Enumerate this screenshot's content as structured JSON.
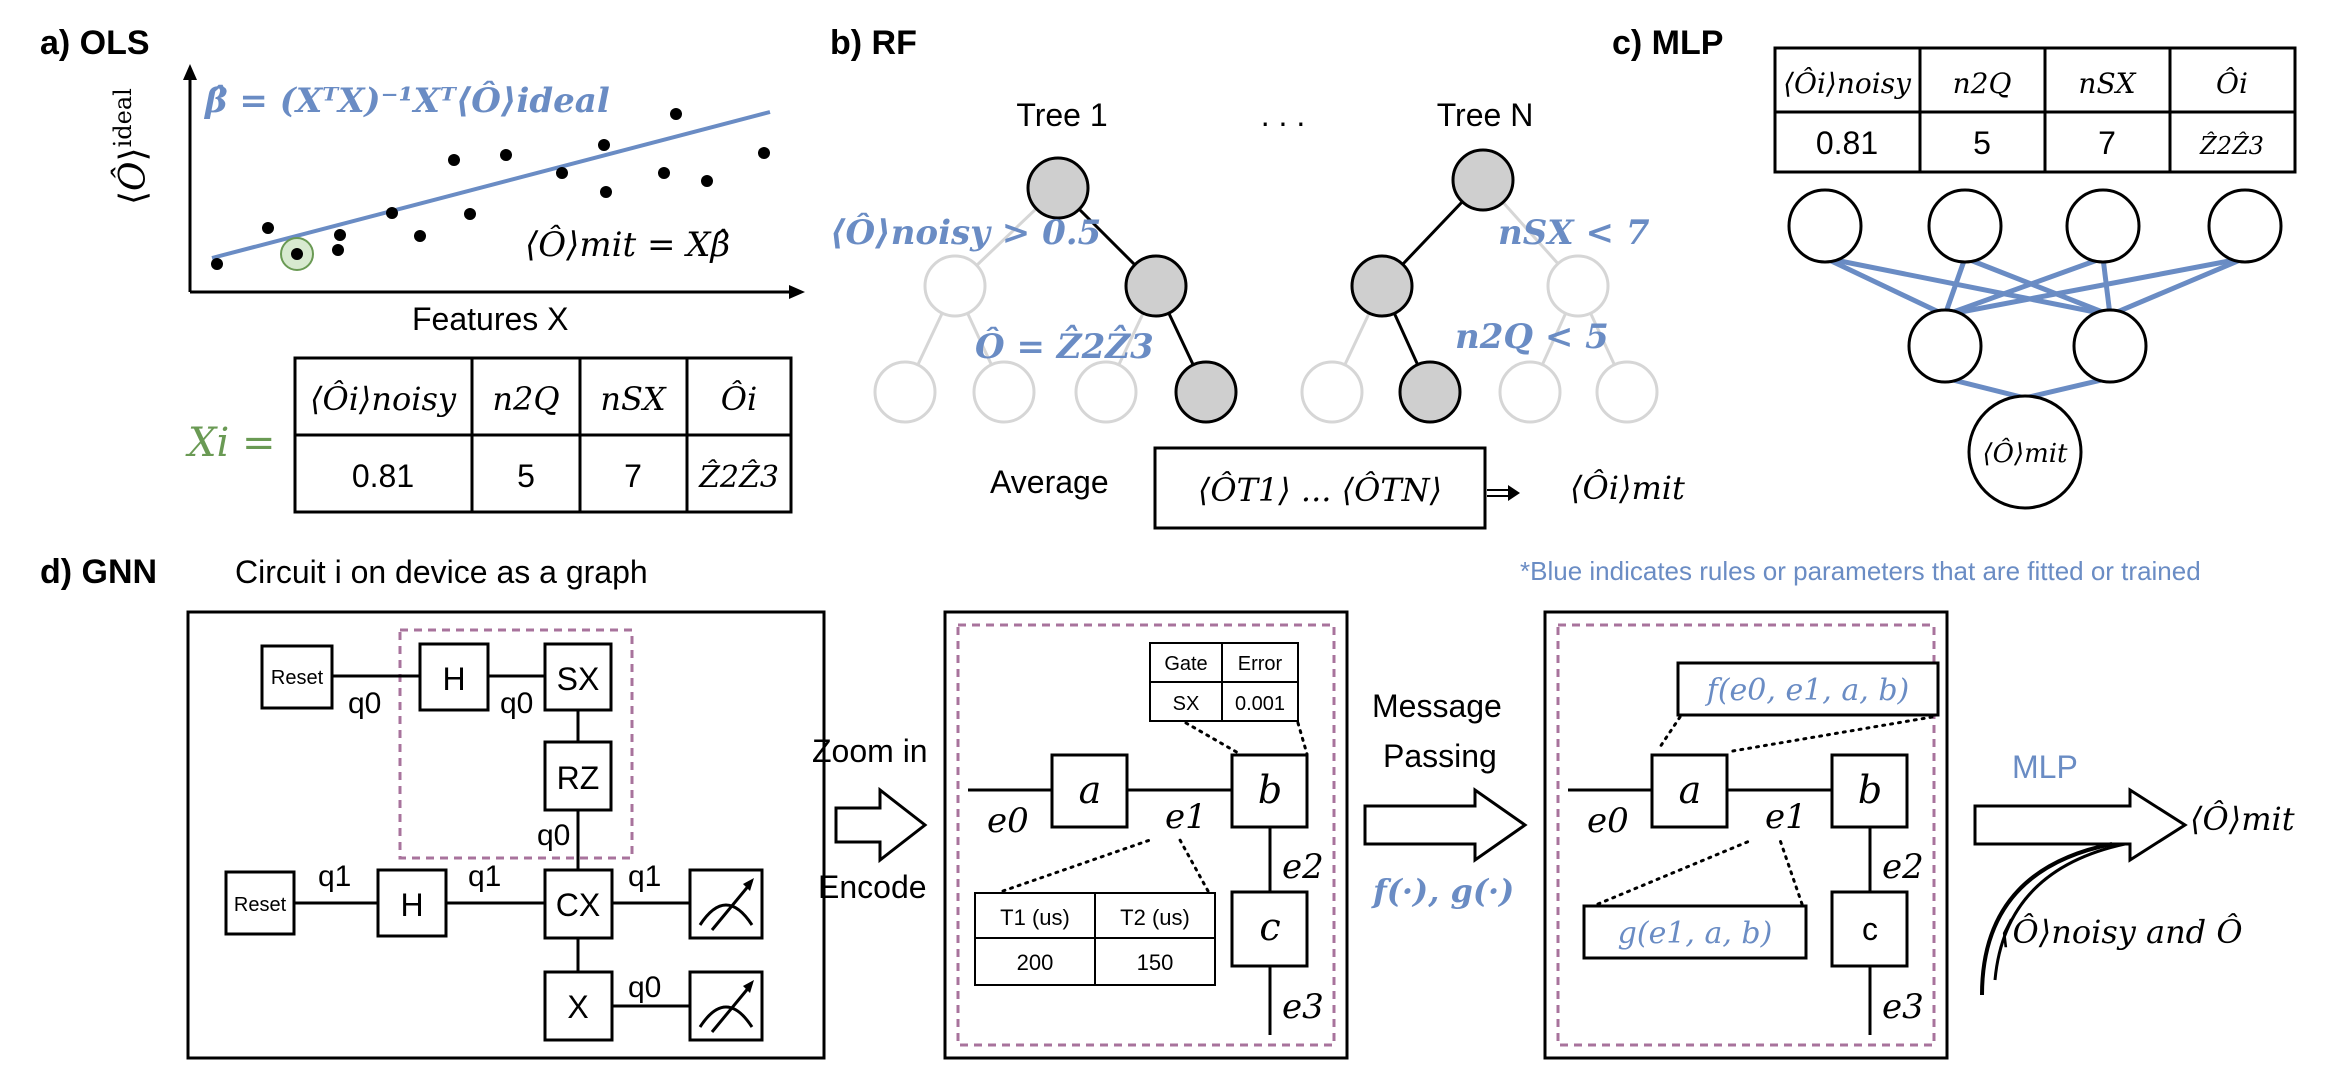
{
  "panels": {
    "a": {
      "header": "a) OLS",
      "ylabel": "⟨Ô⟩ideal",
      "xlabel": "Features X",
      "beta_formula": "β̂ = (XᵀX)⁻¹Xᵀ⟨Ô⟩ideal",
      "mit_formula": "⟨Ô⟩mit = Xβ̂",
      "xi_label": "Xi =",
      "table": {
        "headers": [
          "⟨Ôi⟩noisy",
          "n2Q",
          "nSX",
          "Ôi"
        ],
        "values": [
          "0.81",
          "5",
          "7",
          "Ẑ2Ẑ3"
        ]
      }
    },
    "b": {
      "header": "b) RF",
      "tree1": "Tree 1",
      "ellipsis": ". . .",
      "treeN": "Tree N",
      "rule1": "⟨Ô⟩noisy > 0.5",
      "rule2": "Ô = Ẑ2Ẑ3",
      "rule3": "nSX < 7",
      "rule4": "n2Q < 5",
      "average_label": "Average",
      "avg_box": "⟨ÔT1⟩  ...  ⟨ÔTN⟩",
      "avg_out": "⟨Ôi⟩mit"
    },
    "c": {
      "header": "c) MLP",
      "table": {
        "headers": [
          "⟨Ôi⟩noisy",
          "n2Q",
          "nSX",
          "Ôi"
        ],
        "values": [
          "0.81",
          "5",
          "7",
          "Ẑ2Ẑ3"
        ]
      },
      "output_node": "⟨Ô⟩mit"
    },
    "d": {
      "header": "d) GNN",
      "subtitle": "Circuit i on device as a graph",
      "footnote": "*Blue indicates rules or parameters that are fitted or trained",
      "circuit": {
        "reset1": "Reset",
        "reset2": "Reset",
        "h1": "H",
        "h2": "H",
        "sx": "SX",
        "rz": "RZ",
        "cx": "CX",
        "x": "X",
        "q0a": "q0",
        "q0b": "q0",
        "q0c": "q0",
        "q0d": "q0",
        "q1a": "q1",
        "q1b": "q1",
        "q1c": "q1"
      },
      "zoom_in": "Zoom in",
      "encode": "Encode",
      "enc": {
        "a": "a",
        "b": "b",
        "c": "c",
        "e0": "e0",
        "e1": "e1",
        "e2": "e2",
        "e3": "e3",
        "gate_table": {
          "headers": [
            "Gate",
            "Error"
          ],
          "values": [
            "SX",
            "0.001"
          ]
        },
        "t_table": {
          "headers": [
            "T1 (us)",
            "T2 (us)"
          ],
          "values": [
            "200",
            "150"
          ]
        }
      },
      "message_passing_1": "Message",
      "message_passing_2": "Passing",
      "fg": "f(·), g(·)",
      "mp": {
        "a": "a",
        "b": "b",
        "c": "c",
        "e0": "e0",
        "e1": "e1",
        "e2": "e2",
        "e3": "e3",
        "f": "f(e0, e1, a, b)",
        "g": "g(e1, a, b)"
      },
      "mlp_label": "MLP",
      "mlp_out": "⟨Ô⟩mit",
      "mlp_in": "⟨Ô⟩noisy and Ô"
    }
  }
}
